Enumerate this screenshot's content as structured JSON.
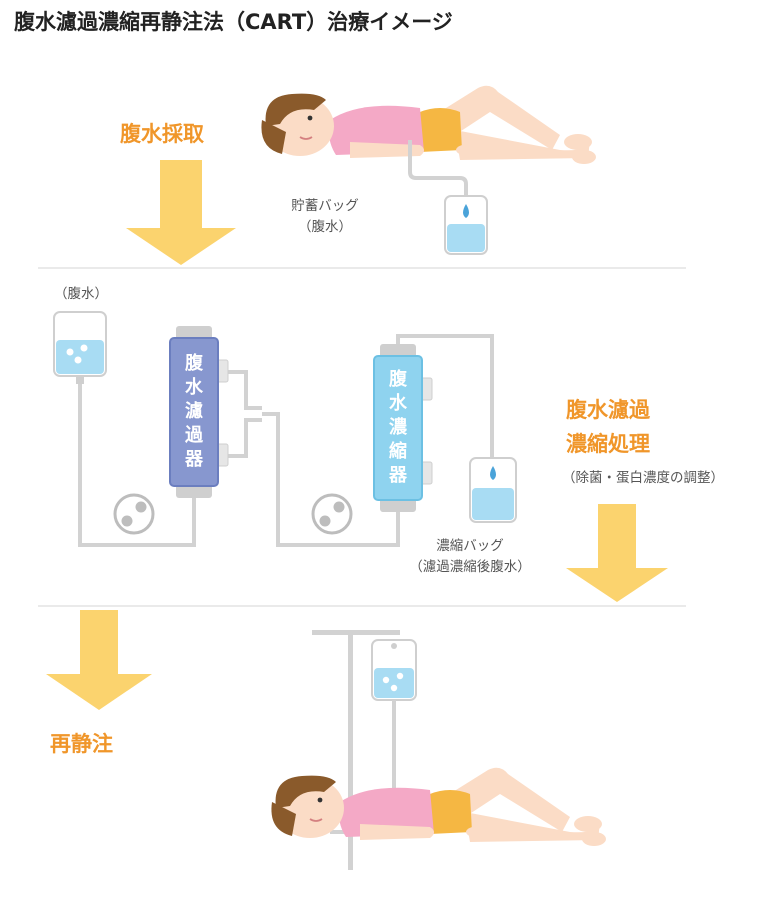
{
  "title": "腹水濾過濃縮再静注法（CART）治療イメージ",
  "steps": {
    "collection": "腹水採取",
    "processing_line1": "腹水濾過",
    "processing_line2": "濃縮処理",
    "processing_note": "（除菌・蛋白濃度の調整）",
    "reinfusion": "再静注"
  },
  "labels": {
    "storage_bag_line1": "貯蓄バッグ",
    "storage_bag_line2": "（腹水）",
    "ascites_bag": "（腹水）",
    "filter": "腹水濾過器",
    "concentrator": "腹水濃縮器",
    "concentrate_bag_line1": "濃縮バッグ",
    "concentrate_bag_line2": "（濾過濃縮後腹水）"
  },
  "colors": {
    "accent_orange": "#f0962a",
    "arrow_yellow": "#fbd36e",
    "filter_blue": "#8797cf",
    "concentrator_blue": "#8fd3ef",
    "fluid_blue": "#a8dcf3",
    "tube_gray": "#d2d2d2"
  }
}
